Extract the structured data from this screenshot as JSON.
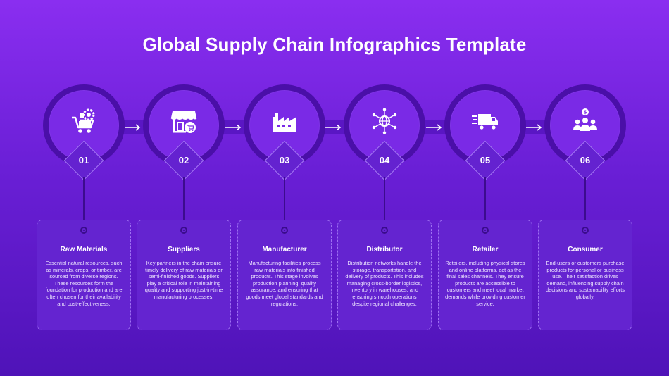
{
  "title": "Global Supply Chain Infographics Template",
  "colors": {
    "accent": "#7a2ae6",
    "dark": "#4a0fa8",
    "card": "#6424d0",
    "border": "#9e6ff2"
  },
  "steps": [
    {
      "number": "01",
      "icon": "cart-gear-icon",
      "title": "Raw Materials",
      "text": "Essential natural resources, such as minerals, crops, or timber, are sourced from diverse regions. These resources form the foundation for production and are often chosen for their availability and cost-effectiveness."
    },
    {
      "number": "02",
      "icon": "storefront-cart-icon",
      "title": "Suppliers",
      "text": "Key partners in the chain ensure timely delivery of raw materials or semi-finished goods. Suppliers play a critical role in maintaining quality and supporting just-in-time manufacturing processes."
    },
    {
      "number": "03",
      "icon": "factory-icon",
      "title": "Manufacturer",
      "text": "Manufacturing facilities process raw materials into finished products. This stage involves production planning, quality assurance, and ensuring that goods meet global standards and regulations."
    },
    {
      "number": "04",
      "icon": "global-network-icon",
      "title": "Distributor",
      "text": "Distribution networks handle the storage, transportation, and delivery of products. This includes managing cross-border logistics, inventory in warehouses, and ensuring smooth operations despite regional challenges."
    },
    {
      "number": "05",
      "icon": "delivery-truck-icon",
      "title": "Retailer",
      "text": "Retailers, including physical stores and online platforms, act as the final sales channels. They ensure products are accessible to customers and meet local market demands while providing customer service."
    },
    {
      "number": "06",
      "icon": "consumer-group-icon",
      "title": "Consumer",
      "text": "End-users or customers purchase products for personal or business use. Their satisfaction drives demand, influencing supply chain decisions and sustainability efforts globally."
    }
  ]
}
